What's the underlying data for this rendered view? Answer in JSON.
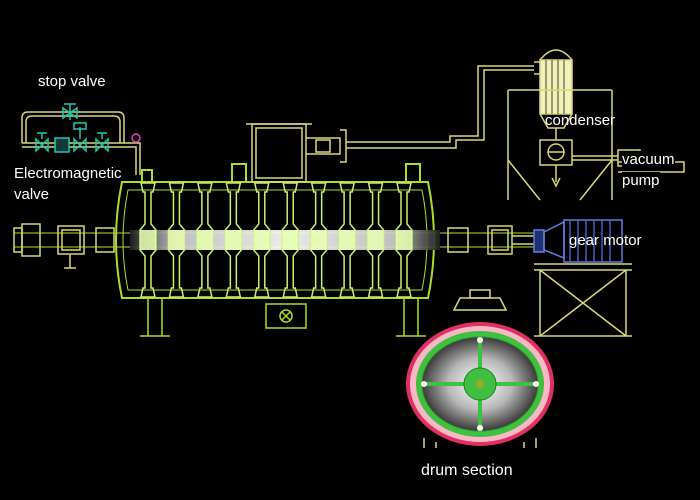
{
  "labels": {
    "stop_valve": "stop valve",
    "electromagnetic_1": "Electromagnetic",
    "electromagnetic_2": "valve",
    "condenser": "condenser",
    "vacuum_1": "vacuum",
    "vacuum_2": "pump",
    "gear_motor": "gear motor",
    "drum_section": "drum section"
  },
  "colors": {
    "background": "#000000",
    "structure": "#d8d878",
    "vessel": "#a8e020",
    "paddle": "#c8f070",
    "valve": "#20c8b0",
    "motor": "#6080e0",
    "drum_outer": "#e03060",
    "drum_pink": "#f8b8c8",
    "drum_green": "#40c040",
    "label_text": "#ffffff"
  },
  "drum_section": {
    "paddle_count": 4
  },
  "paddles": {
    "count": 10
  }
}
